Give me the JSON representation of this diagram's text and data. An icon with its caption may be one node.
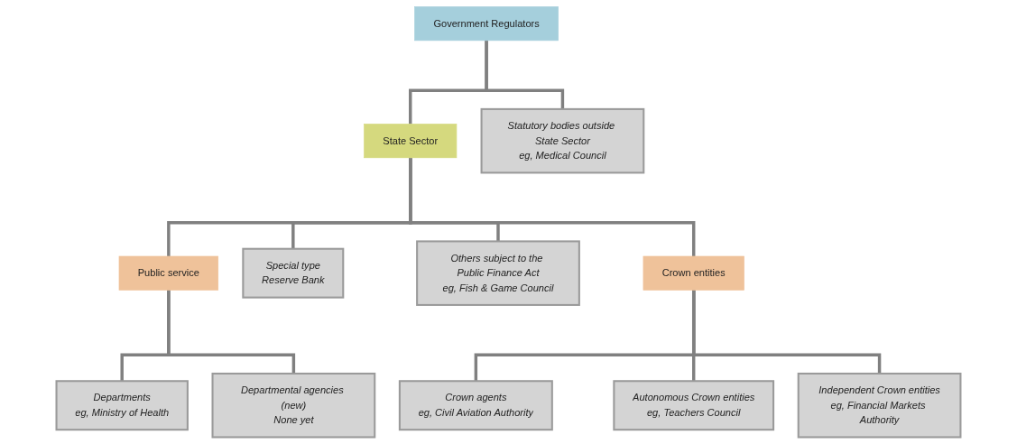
{
  "diagram": {
    "nodes": [
      {
        "text": [
          "Government Regulators"
        ]
      },
      {
        "text": [
          "State Sector"
        ]
      },
      {
        "text": [
          "Statutory bodies outside State Sector",
          "eg, Medical Council"
        ]
      },
      {
        "text": [
          "Public service"
        ]
      },
      {
        "text": [
          "Special type",
          "Reserve Bank"
        ]
      },
      {
        "text": [
          "Others subject to the Public Finance Act",
          "eg, Fish & Game Council"
        ]
      },
      {
        "text": [
          "Crown entities"
        ]
      },
      {
        "text": [
          "Departments",
          "eg, Ministry of Health"
        ]
      },
      {
        "text": [
          "Departmental agencies (new)",
          "None yet"
        ]
      },
      {
        "text": [
          "Crown agents",
          "eg, Civil Aviation Authority"
        ]
      },
      {
        "text": [
          "Autonomous Crown entities",
          "eg, Teachers Council"
        ]
      },
      {
        "text": [
          "Independent Crown entities",
          "eg, Financial Markets Authority"
        ]
      }
    ],
    "edges": [
      {
        "from": 0,
        "to": 1,
        "arrow": "none"
      },
      {
        "from": 0,
        "to": 2,
        "arrow": "none"
      },
      {
        "from": 1,
        "to": 3,
        "arrow": "none"
      },
      {
        "from": 1,
        "to": 4,
        "arrow": "none"
      },
      {
        "from": 1,
        "to": 5,
        "arrow": "none"
      },
      {
        "from": 1,
        "to": 6,
        "arrow": "none"
      },
      {
        "from": 3,
        "to": 7,
        "arrow": "none"
      },
      {
        "from": 3,
        "to": 8,
        "arrow": "none"
      },
      {
        "from": 6,
        "to": 9,
        "arrow": "none"
      },
      {
        "from": 6,
        "to": 10,
        "arrow": "none"
      },
      {
        "from": 6,
        "to": 11,
        "arrow": "none"
      }
    ]
  }
}
